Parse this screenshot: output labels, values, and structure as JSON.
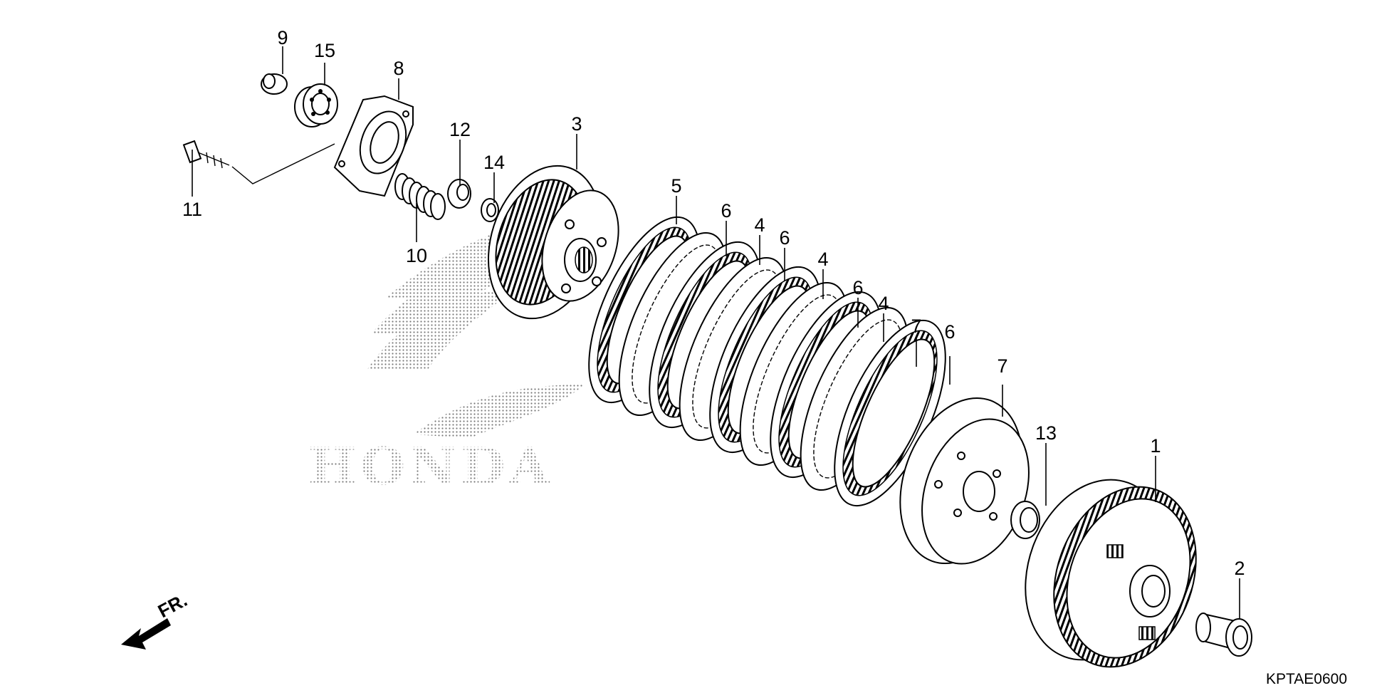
{
  "diagram": {
    "drawing_code": "KPTAE0600",
    "direction_label": "FR.",
    "watermark": "HONDA",
    "callouts": [
      {
        "id": "1",
        "label": "1"
      },
      {
        "id": "2",
        "label": "2"
      },
      {
        "id": "3",
        "label": "3"
      },
      {
        "id": "4a",
        "label": "4"
      },
      {
        "id": "4b",
        "label": "4"
      },
      {
        "id": "4c",
        "label": "4"
      },
      {
        "id": "5a",
        "label": "5"
      },
      {
        "id": "5b",
        "label": "5"
      },
      {
        "id": "6a",
        "label": "6"
      },
      {
        "id": "6b",
        "label": "6"
      },
      {
        "id": "6c",
        "label": "6"
      },
      {
        "id": "6d",
        "label": "6"
      },
      {
        "id": "7",
        "label": "7"
      },
      {
        "id": "8",
        "label": "8"
      },
      {
        "id": "9",
        "label": "9"
      },
      {
        "id": "10",
        "label": "10"
      },
      {
        "id": "11",
        "label": "11"
      },
      {
        "id": "12",
        "label": "12"
      },
      {
        "id": "13",
        "label": "13"
      },
      {
        "id": "14",
        "label": "14"
      },
      {
        "id": "15",
        "label": "15"
      }
    ]
  }
}
